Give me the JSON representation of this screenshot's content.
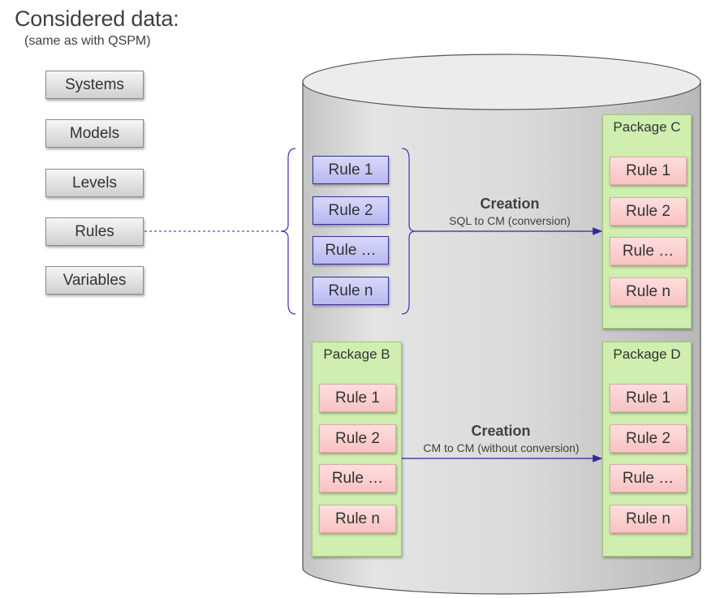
{
  "header": {
    "title": "Considered data:",
    "subtitle": "(same as with QSPM)"
  },
  "categories": [
    "Systems",
    "Models",
    "Levels",
    "Rules",
    "Variables"
  ],
  "rules_group": [
    "Rule  1",
    "Rule  2",
    "Rule  …",
    "Rule  n"
  ],
  "packages": {
    "b": {
      "title": "Package B",
      "rules": [
        "Rule  1",
        "Rule  2",
        "Rule  …",
        "Rule  n"
      ]
    },
    "c": {
      "title": "Package C",
      "rules": [
        "Rule  1",
        "Rule  2",
        "Rule  …",
        "Rule  n"
      ]
    },
    "d": {
      "title": "Package D",
      "rules": [
        "Rule  1",
        "Rule  2",
        "Rule  …",
        "Rule  n"
      ]
    }
  },
  "arrows": {
    "top": {
      "label": "Creation",
      "sublabel": "SQL to CM (conversion)"
    },
    "bottom": {
      "label": "Creation",
      "sublabel": "CM to CM (without  conversion)"
    }
  },
  "colors": {
    "cylinder": "#d6d6d6",
    "package_fill": "#cfeeb0",
    "rule_red": "#f8c8c8",
    "rule_blue": "#c4c4f2",
    "line": "#2b2b9a"
  }
}
